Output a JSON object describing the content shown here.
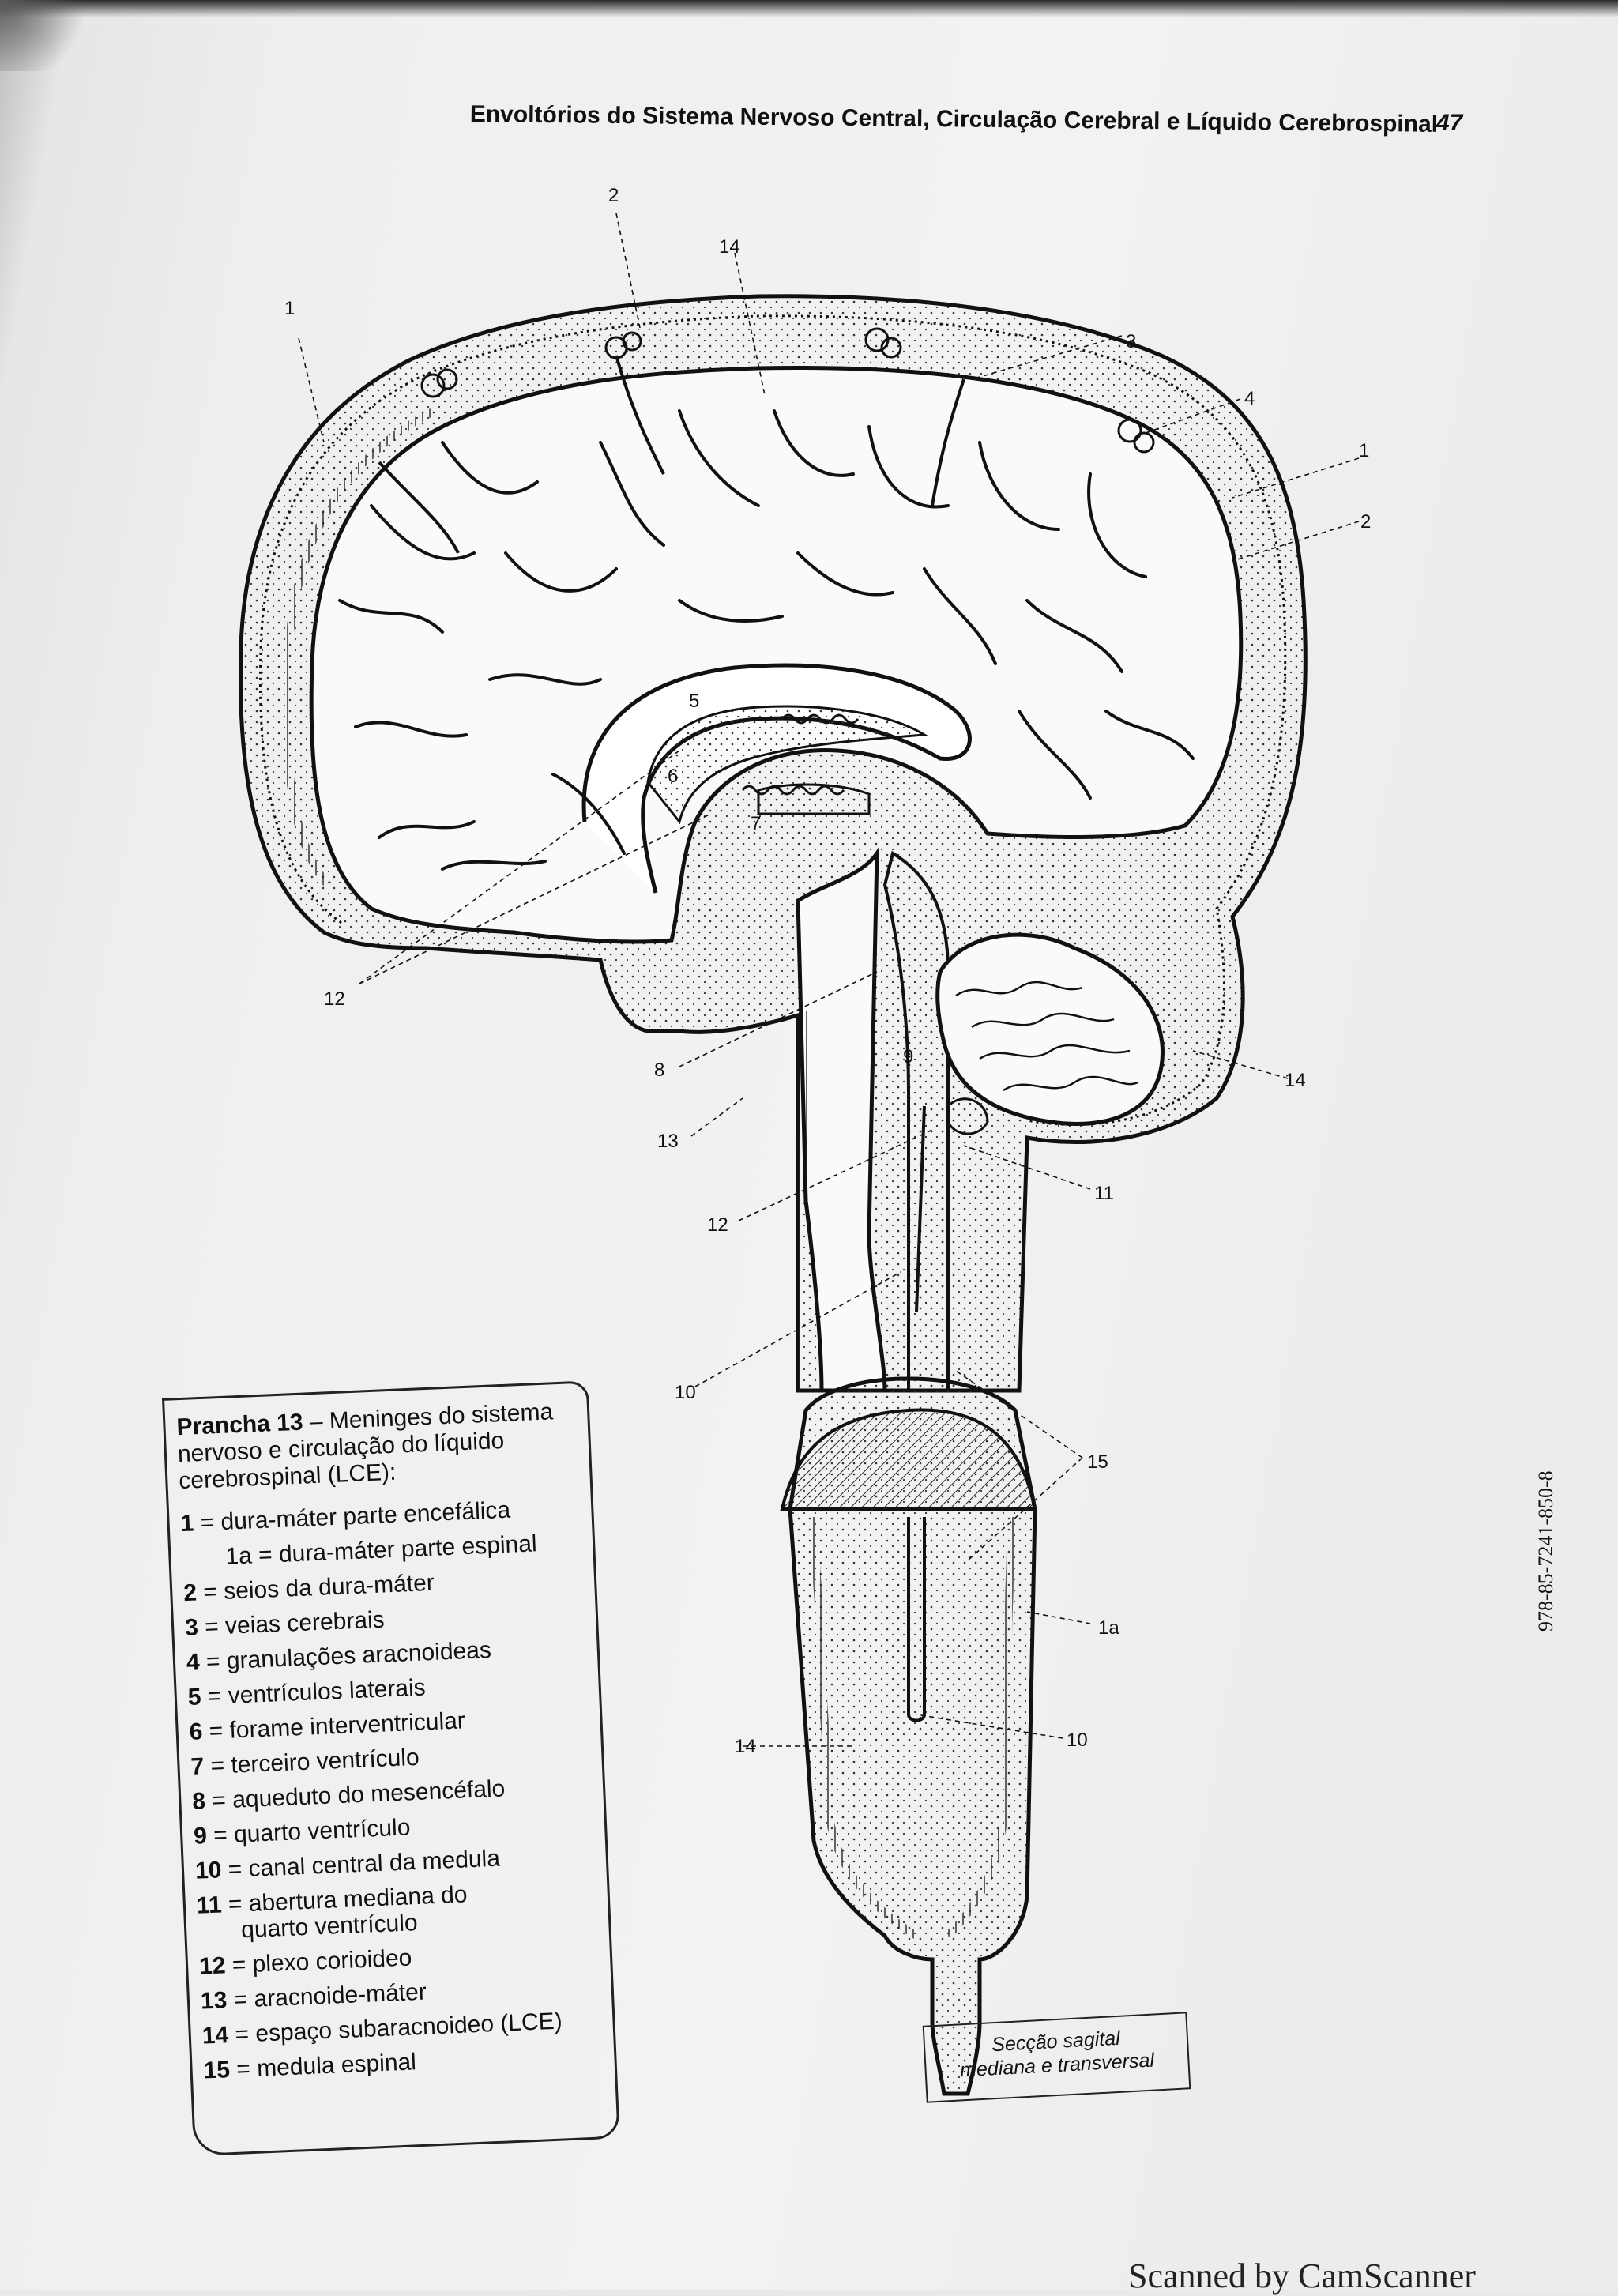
{
  "header": {
    "running_head": "Envoltórios do Sistema Nervoso Central, Circulação Cerebral e Líquido Cerebrospinal",
    "page_number": "47"
  },
  "diagram": {
    "labels": {
      "l1_top": "1",
      "l2_top": "2",
      "l14_top": "14",
      "l3": "3",
      "l4": "4",
      "l1_right": "1",
      "l2_right": "2",
      "l5": "5",
      "l6": "6",
      "l7": "7",
      "l12_left": "12",
      "l8": "8",
      "l9": "9",
      "l13": "13",
      "l14_right": "14",
      "l11": "11",
      "l12_mid": "12",
      "l10_top": "10",
      "l15": "15",
      "l1a": "1a",
      "l14_bottom": "14",
      "l10_bottom": "10"
    }
  },
  "legend": {
    "title_bold": "Prancha 13",
    "title_rest": " – Meninges do sistema nervoso e circulação do líquido cerebrospinal (LCE):",
    "items": [
      {
        "num": "1",
        "text": " = dura-máter parte encefálica"
      },
      {
        "num": "",
        "text": "1a = dura-máter parte espinal"
      },
      {
        "num": "2",
        "text": " = seios da dura-máter"
      },
      {
        "num": "3",
        "text": " = veias cerebrais"
      },
      {
        "num": "4",
        "text": " = granulações aracnoideas"
      },
      {
        "num": "5",
        "text": " = ventrículos laterais"
      },
      {
        "num": "6",
        "text": " = forame interventricular"
      },
      {
        "num": "7",
        "text": " = terceiro ventrículo"
      },
      {
        "num": "8",
        "text": " = aqueduto do mesencéfalo"
      },
      {
        "num": "9",
        "text": " = quarto ventrículo"
      },
      {
        "num": "10",
        "text": " = canal central da medula"
      },
      {
        "num": "11",
        "text": " = abertura mediana do"
      },
      {
        "num": "",
        "text": "quarto ventrículo"
      },
      {
        "num": "12",
        "text": " = plexo corioideo"
      },
      {
        "num": "13",
        "text": " = aracnoide-máter"
      },
      {
        "num": "14",
        "text": " = espaço subaracnoideo (LCE)"
      },
      {
        "num": "15",
        "text": " = medula espinal"
      }
    ]
  },
  "caption": {
    "line1": "Secção sagital",
    "line2": "mediana e transversal"
  },
  "isbn": "978-85-7241-850-8",
  "watermark": "Scanned by CamScanner"
}
